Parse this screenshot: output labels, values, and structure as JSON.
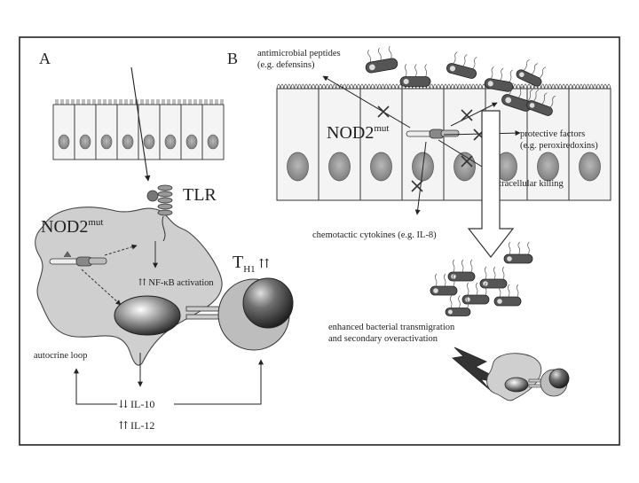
{
  "panel_a": {
    "letter": "A",
    "tlr": "TLR",
    "nod2_base": "NOD2",
    "nod2_sup": "mut",
    "nfkb": "⇈ NF-κB activation",
    "th1_base": "T",
    "th1_sub": "H1",
    "th1_arrows": "⇈",
    "autocrine": "autocrine loop",
    "il10": "⇊ IL-10",
    "il12": "⇈ IL-12"
  },
  "panel_b": {
    "letter": "B",
    "amp_line1": "antimicrobial peptides",
    "amp_line2": "(e.g. defensins)",
    "nod2_base": "NOD2",
    "nod2_sup": "mut",
    "prot_line1": "protective factors",
    "prot_line2": "(e.g. peroxiredoxins)",
    "killing": "intracellular killing",
    "chemo": "chemotactic cytokines (e.g. IL-8)",
    "enh_line1": "enhanced bacterial transmigration",
    "enh_line2": "and secondary overactivation"
  },
  "colors": {
    "frame": "#222222",
    "cell_fill": "#f4f4f4",
    "nucleus": "#9a9a9a",
    "macrophage": "#cfcfcf",
    "bacteria": "#555555"
  }
}
